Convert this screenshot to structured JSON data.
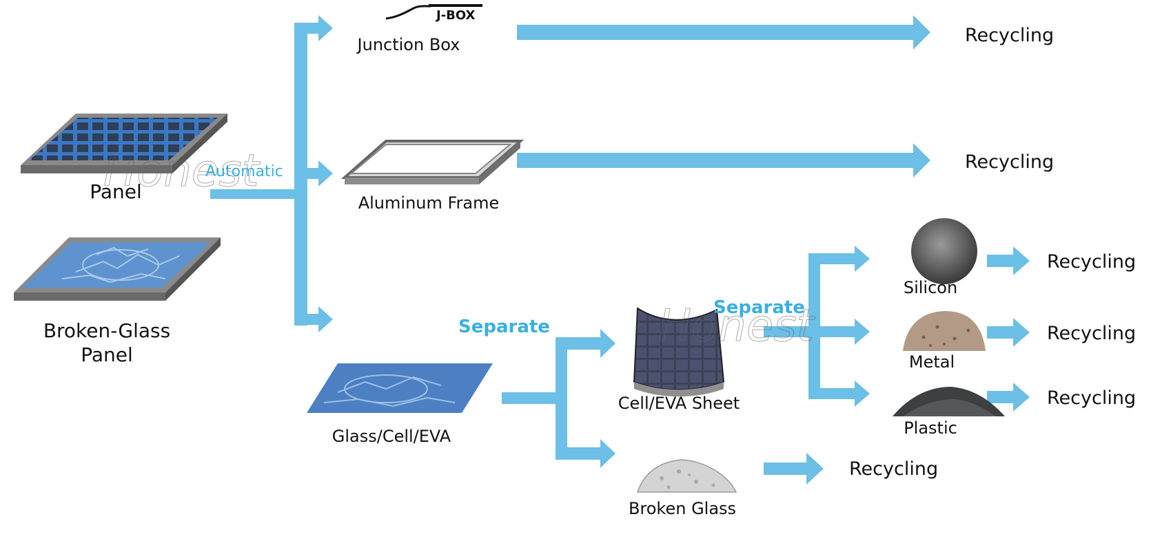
{
  "colors": {
    "arrow": "#6cbfe6",
    "accent_text": "#3aaee3",
    "panel_blue": "#3b78c4",
    "panel_frame": "#8a8a8a",
    "cell_dark": "#2f3d55"
  },
  "nodes": {
    "panel": "Panel",
    "broken_glass_panel_line1": "Broken-Glass",
    "broken_glass_panel_line2": "Panel",
    "jbox_mark": "J-BOX",
    "junction_box": "Junction Box",
    "aluminum_frame": "Aluminum Frame",
    "glass_cell_eva": "Glass/Cell/EVA",
    "cell_eva_sheet": "Cell/EVA Sheet",
    "broken_glass": "Broken Glass",
    "silicon": "Silicon",
    "metal": "Metal",
    "plastic": "Plastic"
  },
  "edge_labels": {
    "automatic": "Automatic",
    "separate_1": "Separate",
    "separate_2": "Separate"
  },
  "outputs": {
    "junction_box": "Recycling",
    "aluminum_frame": "Recycling",
    "silicon": "Recycling",
    "metal": "Recycling",
    "plastic": "Recycling",
    "broken_glass": "Recycling"
  },
  "watermark": "Honest"
}
